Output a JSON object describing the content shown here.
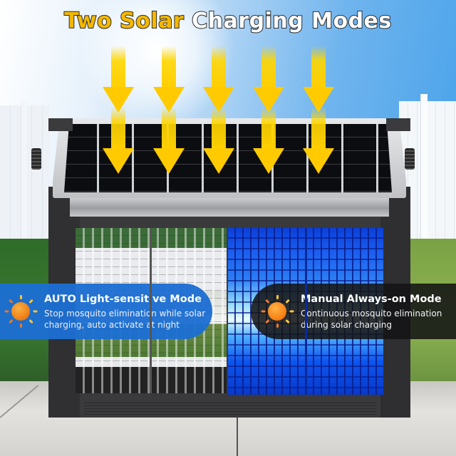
{
  "header": {
    "title_part1": "Two Solar",
    "title_part2": "Charging Modes"
  },
  "colors": {
    "title_highlight": "#f5b800",
    "auto_badge_bg": "#1d6fd3",
    "manual_badge_bg": "#141416",
    "arrow": "#ffcb00",
    "uv_light": "#1b5ff0"
  },
  "modes": [
    {
      "icon": "sun-icon",
      "title": "AUTO Light-sensitive Mode",
      "description_line1": "Stop mosquito elimination while solar",
      "description_line2": "charging, auto activate at night"
    },
    {
      "icon": "sun-icon",
      "title": "Manual Always-on Mode",
      "description_line1": "Continuous mosquito elimination",
      "description_line2": "during solar charging"
    }
  ],
  "arrows": {
    "icon": "arrow-down-icon",
    "count_per_row": 5,
    "rows": 2
  }
}
